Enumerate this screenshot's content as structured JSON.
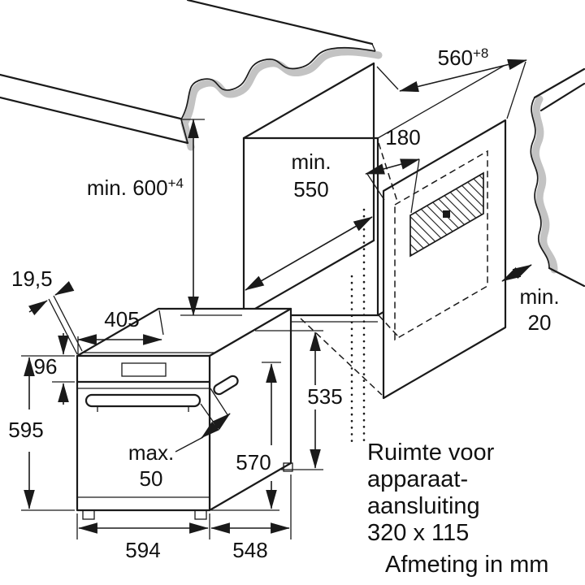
{
  "dims": {
    "niche_width": {
      "value": "560",
      "tolerance": "+8"
    },
    "niche_height": {
      "value": "min. 600",
      "tolerance": "+4"
    },
    "niche_depth_line1": "min.",
    "niche_depth_line2": "550",
    "connection_offset": "180",
    "rear_gap_line1": "min.",
    "rear_gap_line2": "20",
    "top_inset": "19,5",
    "top_width": "405",
    "control_height": "96",
    "oven_height": "595",
    "handle_line1": "max.",
    "handle_line2": "50",
    "door_height": "570",
    "body_height": "535",
    "oven_width": "594",
    "oven_depth": "548"
  },
  "note": {
    "line1": "Ruimte voor",
    "line2": "apparaat-",
    "line3": "aansluiting",
    "line4": "320 x 115"
  },
  "units_caption": "Afmeting in mm",
  "colors": {
    "line": "#1a1a1a",
    "tear_shade": "#c3c3c3",
    "background": "#ffffff"
  }
}
